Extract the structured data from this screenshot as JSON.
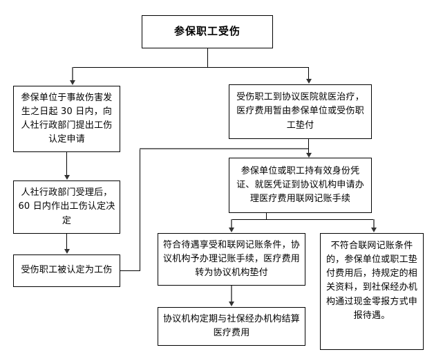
{
  "diagram": {
    "title_node": {
      "id": "injury-start",
      "text": "参保职工受伤"
    },
    "nodes": [
      {
        "id": "report-application",
        "text": "参保单位于事故伤害发生之日起 30 日内，向人社行政部门提出工伤认定申请"
      },
      {
        "id": "administrative-decision",
        "text": "人社行政部门受理后，60 日内作出工伤认定决定"
      },
      {
        "id": "recognized-as-injury",
        "text": "受伤职工被认定为工伤"
      },
      {
        "id": "hospital-treatment",
        "text": "受伤职工到协议医院就医治疗，医疗费用暂由参保单位或受伤职工垫付"
      },
      {
        "id": "apply-network-billing",
        "text": "参保单位或职工持有效身份凭证、就医凭证到协议机构申请办理医疗费用联网记账手续"
      },
      {
        "id": "qualified-billing",
        "text": "符合待遇享受和联网记账条件，协议机构予办理记账手续，医疗费用转为协议机构垫付"
      },
      {
        "id": "settlement",
        "text": "协议机构定期与社保经办机构结算医疗费用"
      },
      {
        "id": "not-qualified-cash-claim",
        "text": "不符合联网记账条件的，参保单位或职工垫付费用后，持规定的相关资料，到社保经办机构通过现金零报方式申报待遇。"
      }
    ],
    "colors": {
      "border": "#000000",
      "background": "#ffffff",
      "connector": "#000000",
      "arrow": "#333333"
    }
  }
}
